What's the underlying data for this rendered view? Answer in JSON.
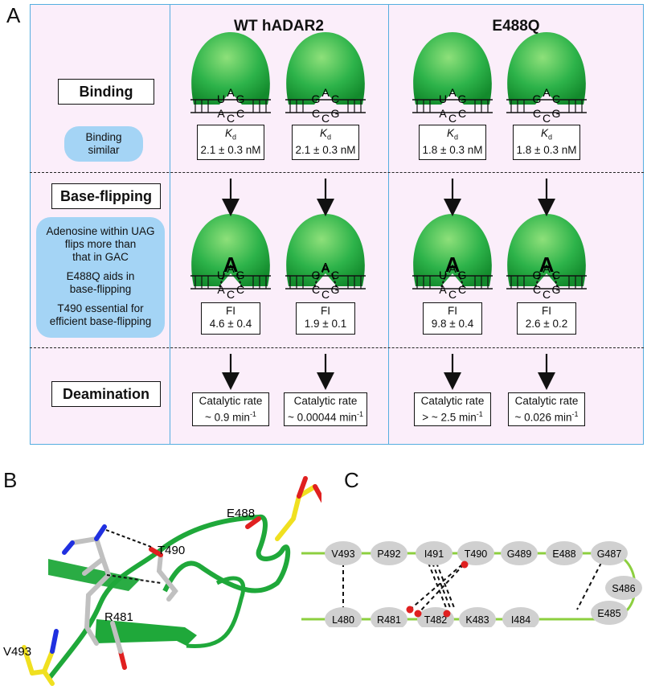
{
  "panels": {
    "a": "A",
    "b": "B",
    "c": "C"
  },
  "rows": {
    "binding": "Binding",
    "base_flipping": "Base-flipping",
    "deamination": "Deamination"
  },
  "notes": {
    "binding": [
      "Binding",
      "similar"
    ],
    "flipping": [
      "Adenosine within UAG",
      "flips more than",
      "that in GAC",
      "",
      "E488Q aids in",
      "base-flipping",
      "",
      "T490 essential for",
      "efficient base-flipping"
    ]
  },
  "columns": {
    "wt": "WT hADAR2",
    "mut": "E488Q"
  },
  "constructs": [
    {
      "kd_label": "K",
      "kd_sub": "d",
      "kd": "2.1 ± 0.3 nM",
      "fi_label": "FI",
      "fi": "4.6 ± 0.4",
      "rate_label": "Catalytic rate",
      "rate": "~ 0.9 min",
      "rate_exp": "-1",
      "top": [
        "U",
        "A",
        "G"
      ],
      "bottom": [
        "A",
        "C",
        "C"
      ],
      "flipped": "A"
    },
    {
      "kd_label": "K",
      "kd_sub": "d",
      "kd": "2.1 ± 0.3 nM",
      "fi_label": "FI",
      "fi": "1.9 ± 0.1",
      "rate_label": "Catalytic rate",
      "rate": "~ 0.00044 min",
      "rate_exp": "-1",
      "top": [
        "G",
        "A",
        "C"
      ],
      "bottom": [
        "C",
        "C",
        "G"
      ],
      "flipped": "A"
    },
    {
      "kd_label": "K",
      "kd_sub": "d",
      "kd": "1.8 ± 0.3 nM",
      "fi_label": "FI",
      "fi": "9.8 ± 0.4",
      "rate_label": "Catalytic rate",
      "rate": "> ~ 2.5 min",
      "rate_exp": "-1",
      "top": [
        "U",
        "A",
        "G"
      ],
      "bottom": [
        "A",
        "C",
        "C"
      ],
      "flipped": "A"
    },
    {
      "kd_label": "K",
      "kd_sub": "d",
      "kd": "1.8 ± 0.3 nM",
      "fi_label": "FI",
      "fi": "2.6 ± 0.2",
      "rate_label": "Catalytic rate",
      "rate": "~ 0.026 min",
      "rate_exp": "-1",
      "top": [
        "G",
        "A",
        "C"
      ],
      "bottom": [
        "C",
        "C",
        "G"
      ],
      "flipped": "A"
    }
  ],
  "structure_labels": {
    "e488": "E488",
    "t490": "T490",
    "r481": "R481",
    "v493": "V493"
  },
  "residues_top": [
    "V493",
    "P492",
    "I491",
    "T490",
    "G489",
    "E488",
    "G487"
  ],
  "residues_side": "S486",
  "residues_bottom": [
    "L480",
    "R481",
    "T482",
    "K483",
    "I484",
    "E485"
  ],
  "colors": {
    "panel_bg": "#fbeefa",
    "panel_border": "#55aee0",
    "note_bg": "#a4d4f5",
    "protein_green": "#1fa83a",
    "backbone_green": "#8ccf3f",
    "residue_grey": "#d0d0d0",
    "oxygen_red": "#e02020",
    "nitrogen_blue": "#2030e0",
    "carbon_yellow": "#f0e020"
  }
}
